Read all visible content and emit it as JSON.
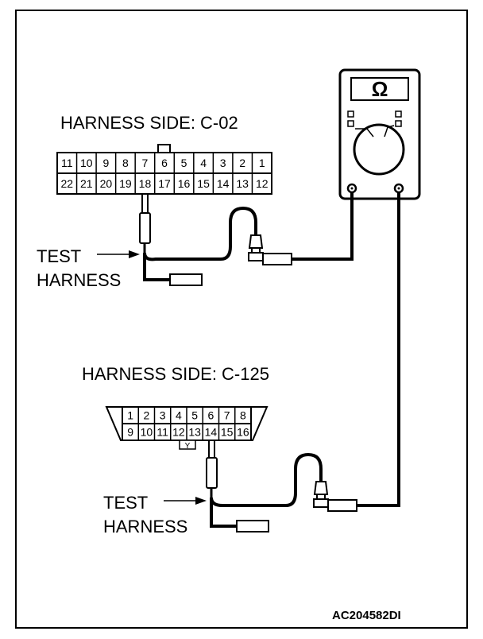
{
  "connector_a": {
    "title": "HARNESS SIDE: C-02",
    "top_row": [
      "11",
      "10",
      "9",
      "8",
      "7",
      "6",
      "5",
      "4",
      "3",
      "2",
      "1"
    ],
    "bottom_row": [
      "22",
      "21",
      "20",
      "19",
      "18",
      "17",
      "16",
      "15",
      "14",
      "13",
      "12"
    ]
  },
  "connector_b": {
    "title": "HARNESS SIDE: C-125",
    "top_row": [
      "1",
      "2",
      "3",
      "4",
      "5",
      "6",
      "7",
      "8"
    ],
    "bottom_row": [
      "9",
      "10",
      "11",
      "12",
      "13",
      "14",
      "15",
      "16"
    ],
    "key_mark": "Y"
  },
  "test_harness_a": {
    "line1": "TEST",
    "line2": "HARNESS"
  },
  "test_harness_b": {
    "line1": "TEST",
    "line2": "HARNESS"
  },
  "meter": {
    "symbol": "Ω",
    "name": "ohmmeter-icon"
  },
  "figure_code": "AC204582DI"
}
